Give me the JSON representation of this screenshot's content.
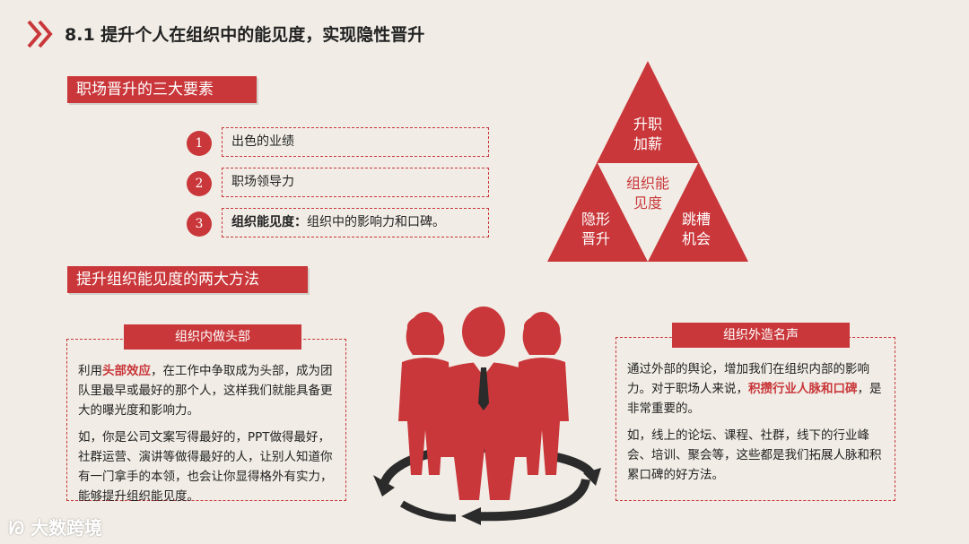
{
  "header": {
    "title": "8.1 提升个人在组织中的能见度，实现隐性晋升",
    "accent": "#c9373a"
  },
  "section1": {
    "tag": "职场晋升的三大要素",
    "items": [
      {
        "num": "1",
        "bold": "",
        "text": "出色的业绩"
      },
      {
        "num": "2",
        "bold": "",
        "text": "职场领导力"
      },
      {
        "num": "3",
        "bold": "组织能见度：",
        "text": "组织中的影响力和口碑。"
      }
    ]
  },
  "triangle": {
    "top": [
      "升职",
      "加薪"
    ],
    "left": [
      "隐形",
      "晋升"
    ],
    "right": [
      "跳槽",
      "机会"
    ],
    "center": [
      "组织能",
      "见度"
    ]
  },
  "section2": {
    "tag": "提升组织能见度的两大方法",
    "left": {
      "head": "组织内做头部",
      "p1_pre": "利用",
      "p1_hl": "头部效应",
      "p1_post": "，在工作中争取成为头部，成为团队里最早或最好的那个人，这样我们就能具备更大的曝光度和影响力。",
      "p2": "如，你是公司文案写得最好的，PPT做得最好，社群运营、演讲等做得最好的人，让别人知道你有一门拿手的本领，也会让你显得格外有实力，能够提升组织能见度。"
    },
    "right": {
      "head": "组织外造名声",
      "p1_pre": "通过外部的舆论，增加我们在组织内部的影响力。对于职场人来说，",
      "p1_hl": "积攒行业人脉和口碑",
      "p1_post": "，是非常重要的。",
      "p2": "如，线上的论坛、课程、社群，线下的行业峰会、培训、聚会等，这些都是我们拓展人脉和积累口碑的好方法。"
    }
  },
  "illustration": {
    "icon": "business-people-icon"
  },
  "watermark": {
    "text": "大数跨境"
  }
}
